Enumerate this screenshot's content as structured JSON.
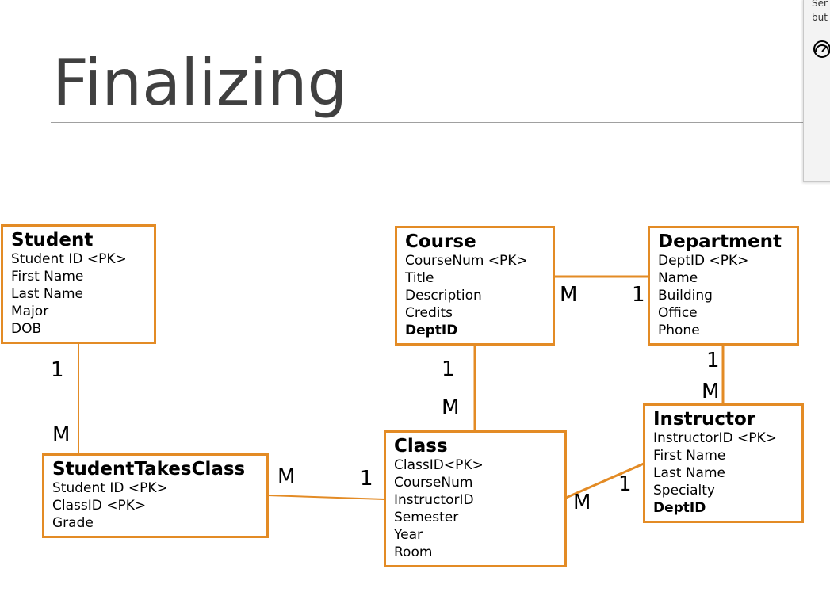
{
  "slide": {
    "title": "Finalizing"
  },
  "side_panel": {
    "text": "Ser\nbut",
    "icon": "gauge-icon"
  },
  "colors": {
    "entity_border": "#e38b25",
    "title": "#404040"
  },
  "entities": {
    "student": {
      "name": "Student",
      "attrs": [
        "Student ID <PK>",
        "First Name",
        "Last Name",
        "Major",
        "DOB"
      ]
    },
    "student_takes_class": {
      "name": "StudentTakesClass",
      "attrs": [
        "Student ID <PK>",
        "ClassID <PK>",
        "Grade"
      ]
    },
    "course": {
      "name": "Course",
      "attrs": [
        "CourseNum <PK>",
        "Title",
        "Description",
        "Credits"
      ],
      "fk": "DeptID"
    },
    "department": {
      "name": "Department",
      "attrs": [
        "DeptID <PK>",
        "Name",
        "Building",
        "Office",
        "Phone"
      ]
    },
    "class": {
      "name": "Class",
      "attrs": [
        "ClassID<PK>",
        "CourseNum",
        "InstructorID",
        "Semester",
        "Year",
        "Room"
      ]
    },
    "instructor": {
      "name": "Instructor",
      "attrs": [
        "InstructorID <PK>",
        "First Name",
        "Last Name",
        "Specialty"
      ],
      "fk": "DeptID"
    }
  },
  "relationships": {
    "student_stc": {
      "from": "1",
      "to": "M"
    },
    "stc_class": {
      "from": "M",
      "to": "1"
    },
    "course_class": {
      "from": "1",
      "to": "M"
    },
    "course_department": {
      "from": "M",
      "to": "1"
    },
    "department_instructor": {
      "from": "1",
      "to": "M"
    },
    "instructor_class": {
      "from": "1",
      "to": "M"
    }
  }
}
